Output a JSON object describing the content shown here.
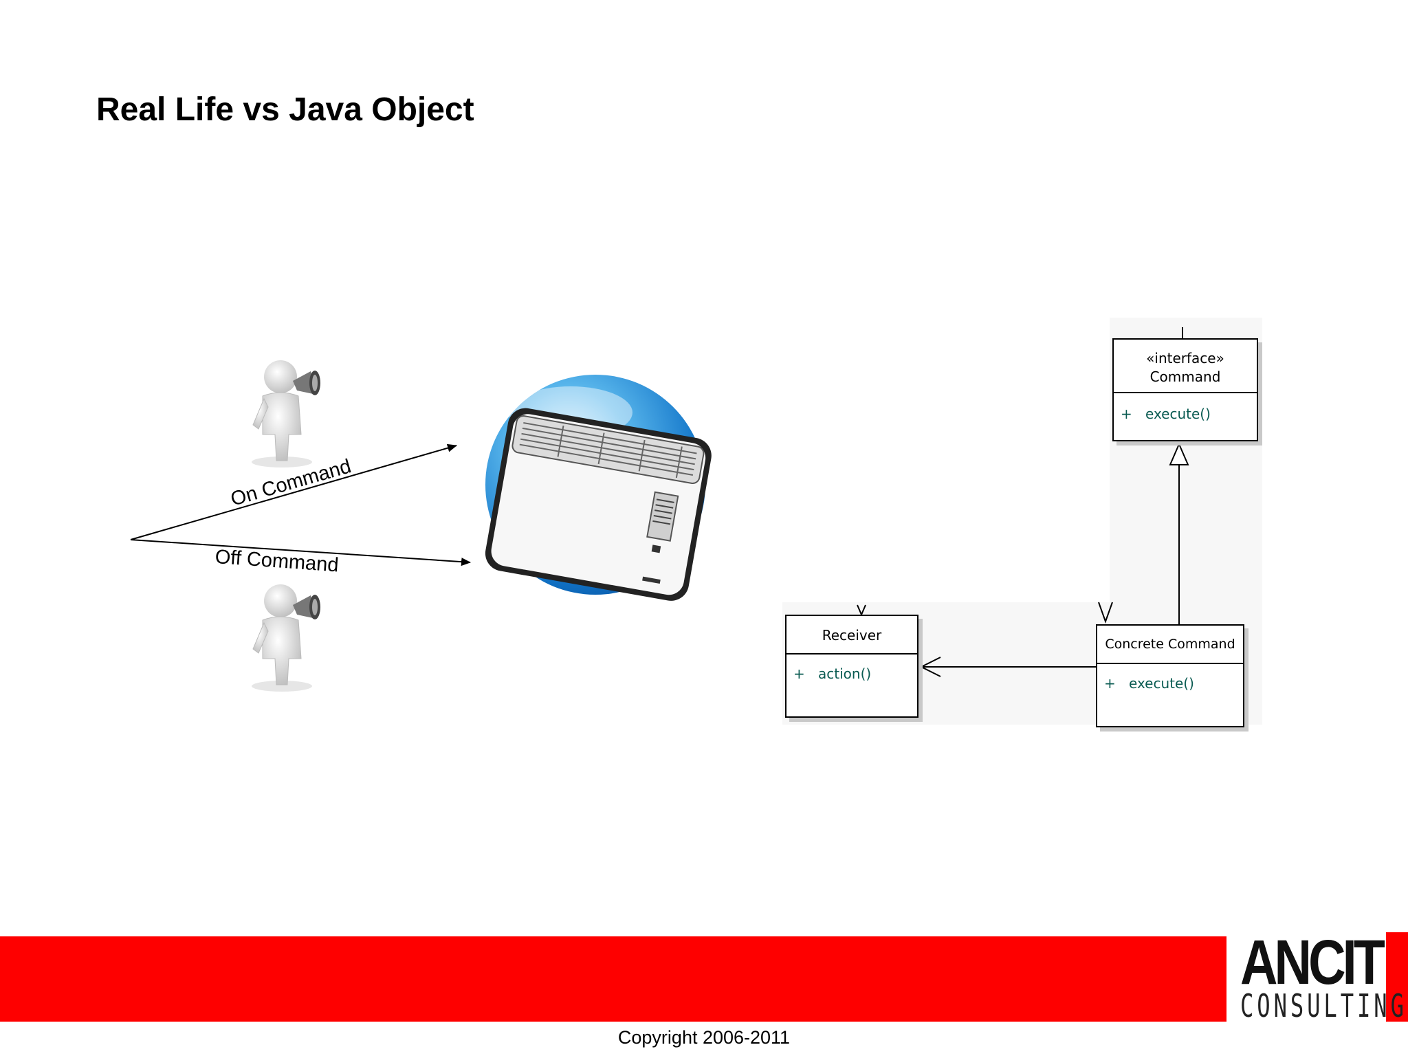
{
  "slide": {
    "title": "Real Life vs Java Object"
  },
  "real_life": {
    "on_label": "On Command",
    "off_label": "Off Command"
  },
  "uml": {
    "command": {
      "stereotype": "«interface»",
      "name": "Command",
      "op_visibility": "+",
      "op": "execute()"
    },
    "concrete": {
      "name": "Concrete Command",
      "op_visibility": "+",
      "op": "execute()"
    },
    "receiver": {
      "name": "Receiver",
      "op_visibility": "+",
      "op": "action()"
    }
  },
  "footer": {
    "brand_top": "ANCIT",
    "brand_bottom": "CONSULTING",
    "copyright": "Copyright 2006-2011",
    "accent_color": "#fe0000"
  }
}
